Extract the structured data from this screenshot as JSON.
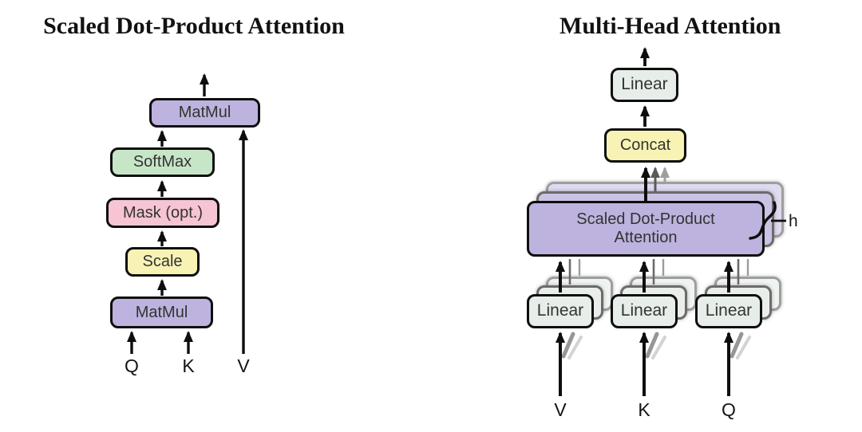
{
  "figure": {
    "left": {
      "title": "Scaled Dot-Product Attention",
      "nodes": {
        "matmul_top": "MatMul",
        "softmax": "SoftMax",
        "mask": "Mask (opt.)",
        "scale": "Scale",
        "matmul_bottom": "MatMul"
      },
      "inputs": {
        "q": "Q",
        "k": "K",
        "v": "V"
      }
    },
    "right": {
      "title": "Multi-Head Attention",
      "nodes": {
        "linear_out": "Linear",
        "concat": "Concat",
        "sdpa_line1": "Scaled Dot-Product",
        "sdpa_line2": "Attention",
        "linear_v": "Linear",
        "linear_k": "Linear",
        "linear_q": "Linear"
      },
      "inputs": {
        "v": "V",
        "k": "K",
        "q": "Q"
      },
      "heads_label": "h"
    },
    "colors": {
      "purple": "#BDB3DE",
      "green": "#C7E6C8",
      "pink": "#F6C4D3",
      "yellow": "#F8F2B4",
      "linear_gray": "#E7EDE8",
      "border_black": "#0E0E0E",
      "ghost_border_near": "#6B6B6B",
      "ghost_border_far": "#9E9E9E"
    }
  }
}
